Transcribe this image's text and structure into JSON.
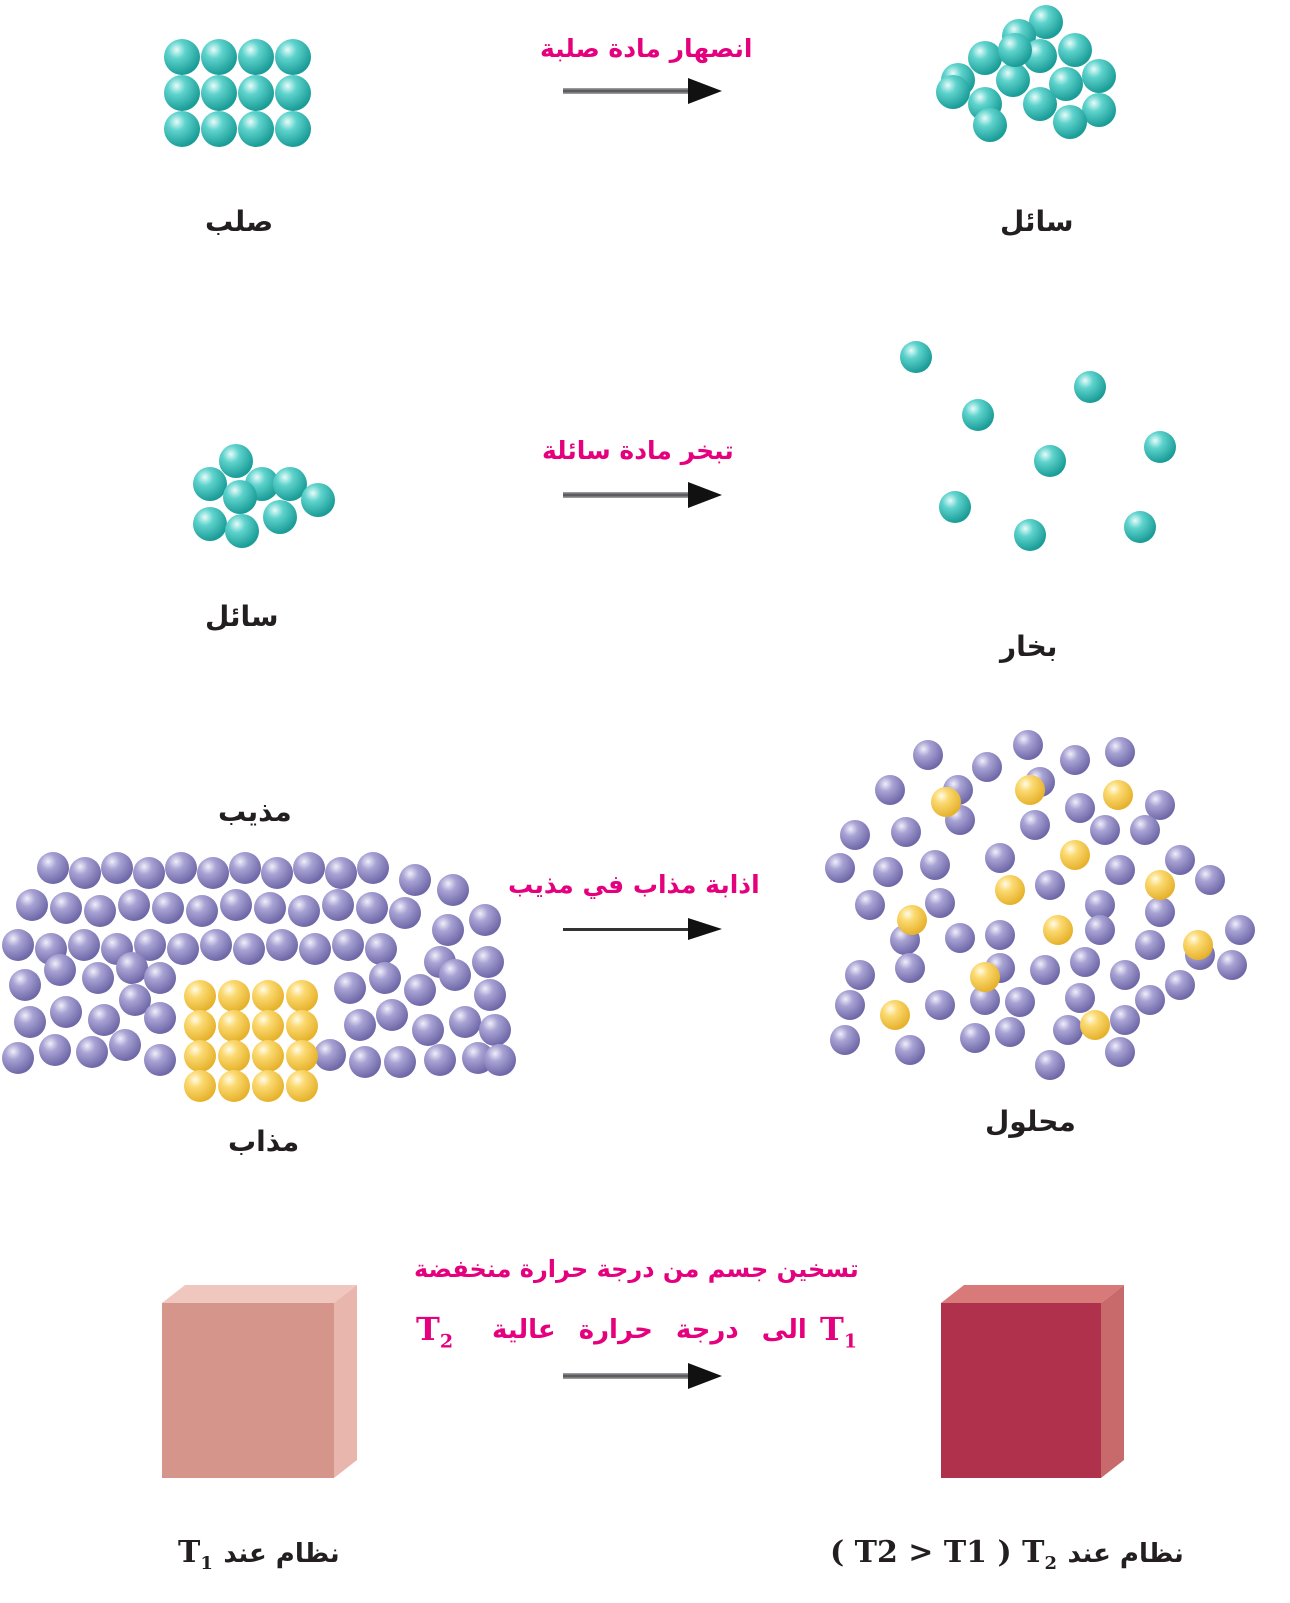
{
  "rows": [
    {
      "id": "melting",
      "process": "انصهار مادة صلبة",
      "left_label": "صلب",
      "right_label": "سائل"
    },
    {
      "id": "evaporation",
      "process": "تبخر مادة سائلة",
      "left_label": "سائل",
      "right_label": "بخار"
    },
    {
      "id": "dissolving",
      "process": "اذابة مذاب في مذيب",
      "solvent_label": "مذيب",
      "solute_label": "مذاب",
      "right_label": "محلول"
    },
    {
      "id": "heating",
      "process_line1": "تسخين جسم من درجة حرارة منخفضة",
      "process_line2_text": "الى درجة حرارة عالية",
      "left_label_ar": "نظام عند",
      "right_label_ar": "نظام عند",
      "t1": "T",
      "t1_sub": "1",
      "t2": "T",
      "t2_sub": "2",
      "comparison": "( T2 > T1 )"
    }
  ],
  "colors": {
    "teal": "#2ab5b0",
    "purple": "#8c86c0",
    "yellow": "#f5c842",
    "process_text": "#e5007e",
    "cold_block": "#d6958a",
    "hot_block": "#b0314c",
    "arrow": "#6d6e71"
  }
}
